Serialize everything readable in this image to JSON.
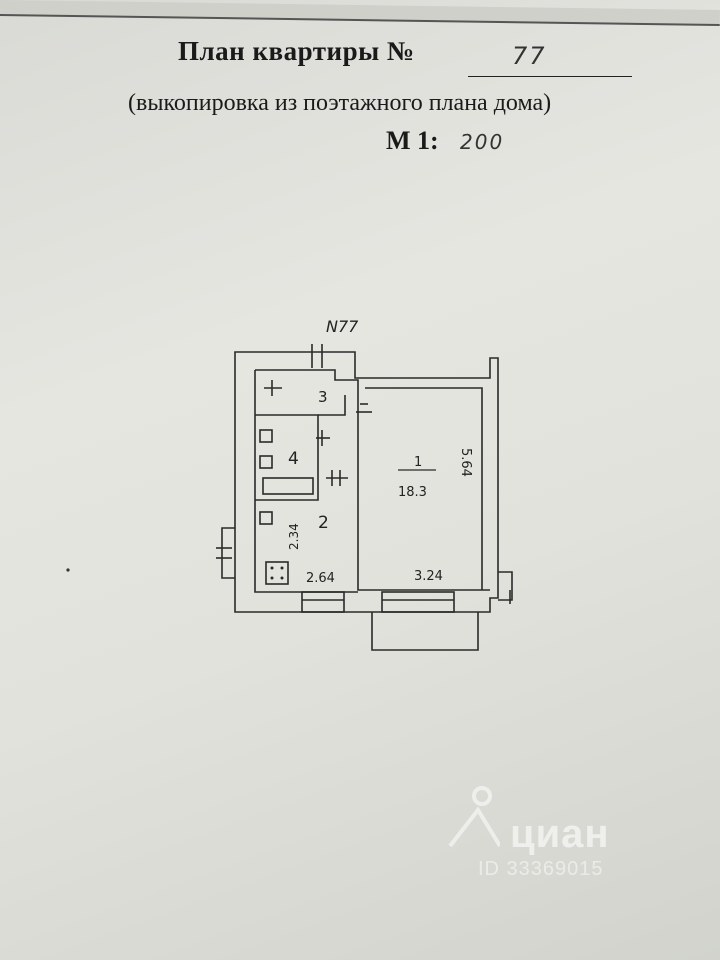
{
  "document": {
    "title": "План квартиры №",
    "apartment_number": "77",
    "subtitle": "(выкопировка из поэтажного плана дома)",
    "scale_label": "М 1:",
    "scale_value": "200"
  },
  "plan": {
    "apartment_label": "N77",
    "rooms": [
      {
        "number": "1",
        "area": "18.3"
      },
      {
        "number": "2"
      },
      {
        "number": "3"
      },
      {
        "number": "4"
      }
    ],
    "dimensions": {
      "room1_length": "5.64",
      "room1_width": "3.24",
      "kitchen_width": "2.64",
      "kitchen_length": "2.34"
    }
  },
  "watermark": {
    "brand": "циан",
    "id_text": "ID 33369015"
  }
}
